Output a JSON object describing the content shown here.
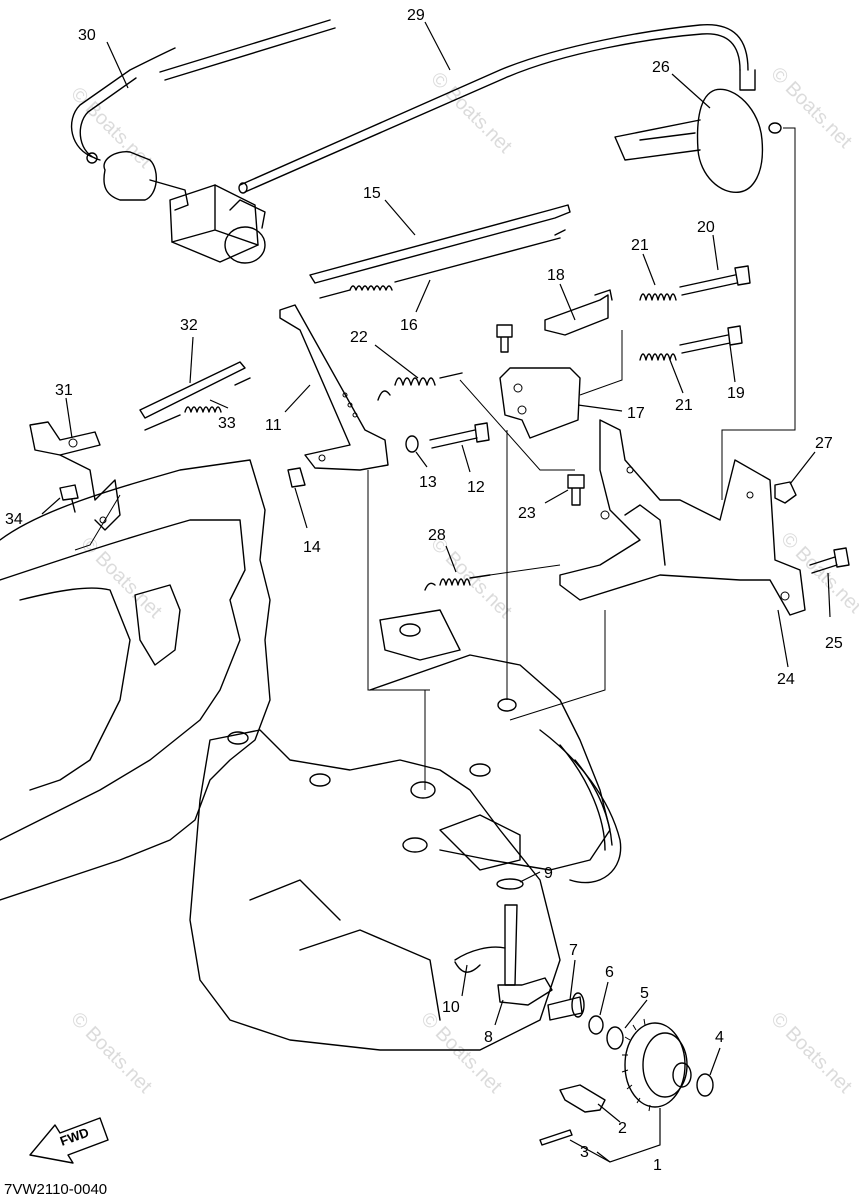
{
  "diagram_code": "7VW2110-0040",
  "fwd_label": "FWD",
  "watermark": "© Boats.net",
  "callouts": {
    "p1": "1",
    "p2": "2",
    "p3": "3",
    "p4": "4",
    "p5": "5",
    "p6": "6",
    "p7": "7",
    "p8": "8",
    "p9": "9",
    "p10": "10",
    "p11": "11",
    "p12": "12",
    "p13": "13",
    "p14": "14",
    "p15": "15",
    "p16": "16",
    "p17": "17",
    "p18": "18",
    "p19": "19",
    "p20": "20",
    "p21a": "21",
    "p21b": "21",
    "p22": "22",
    "p23": "23",
    "p24": "24",
    "p25": "25",
    "p26": "26",
    "p27": "27",
    "p28": "28",
    "p29": "29",
    "p30": "30",
    "p31": "31",
    "p32": "32",
    "p33": "33",
    "p34": "34"
  }
}
